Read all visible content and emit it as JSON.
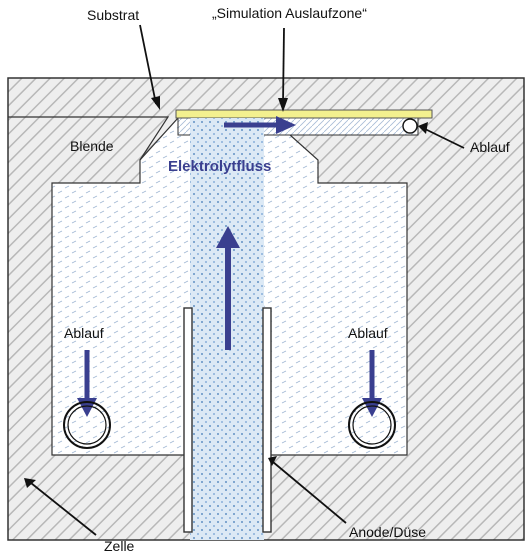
{
  "labels": {
    "substrat": "Substrat",
    "simulation": "„Simulation Auslaufzone“",
    "blende": "Blende",
    "ablauf_right": "Ablauf",
    "elektrolytfluss": "Elektrolytfluss",
    "ablauf_left": "Ablauf",
    "ablauf_center": "Ablauf",
    "zelle": "Zelle",
    "anode": "Anode/Düse"
  },
  "colors": {
    "hatch": "#b8b8b8",
    "wall_fill": "#eeeeee",
    "chamber_fill": "#ffffff",
    "jet_fill": "#dce9f5",
    "jet_pattern": "#7fa6cf",
    "substrate_yellow": "#f3f08f",
    "flow_arrow": "#3a3f8f",
    "outline": "#333333"
  },
  "icons": {
    "drain_left": "drain-circle-icon",
    "drain_right": "drain-circle-icon",
    "drain_top": "drain-circle-icon"
  }
}
